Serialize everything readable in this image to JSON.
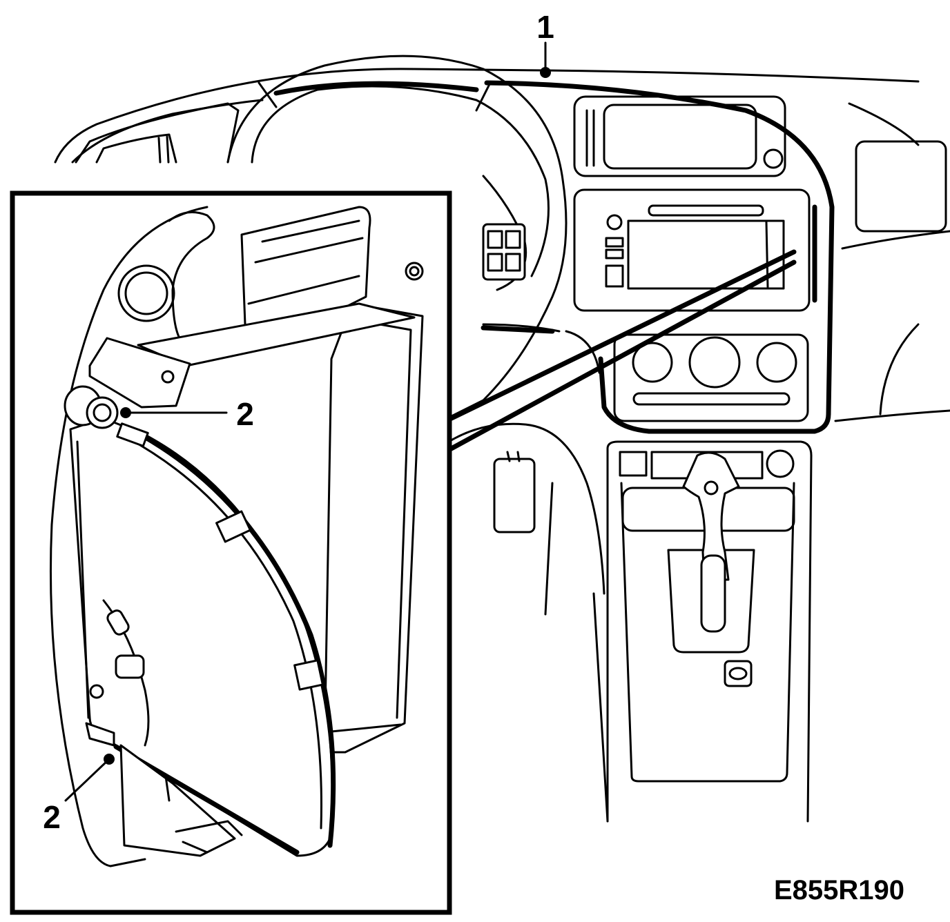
{
  "callouts": {
    "one": "1",
    "two_upper": "2",
    "two_lower": "2"
  },
  "figure_id": "E855R190",
  "colors": {
    "line": "#000000",
    "background": "#ffffff"
  }
}
